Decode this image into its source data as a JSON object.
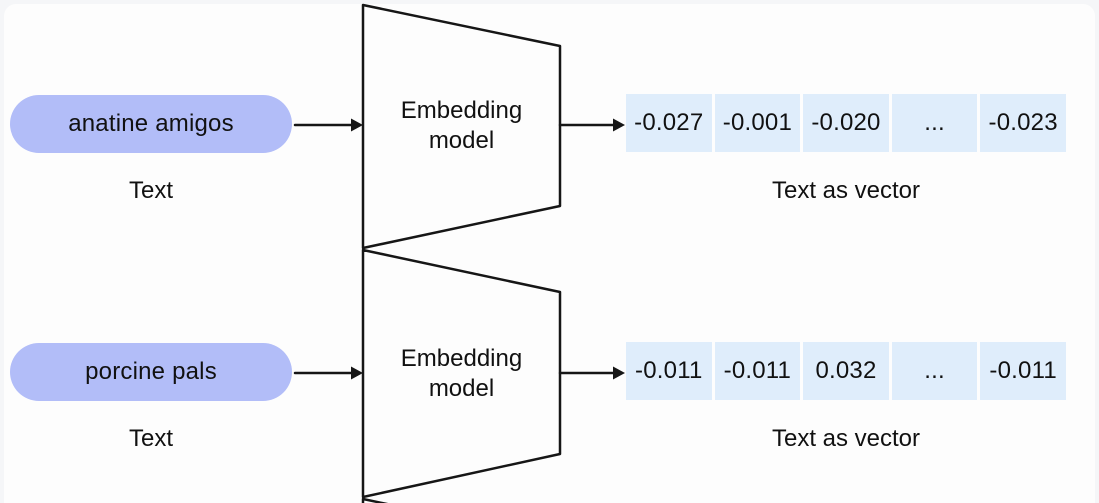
{
  "diagram": {
    "rows": [
      {
        "input_text": "anatine amigos",
        "input_label": "Text",
        "model_label": "Embedding model",
        "vector": [
          "-0.027",
          "-0.001",
          "-0.020",
          "...",
          "-0.023"
        ],
        "vector_label": "Text as vector"
      },
      {
        "input_text": "porcine pals",
        "input_label": "Text",
        "model_label": "Embedding model",
        "vector": [
          "-0.011",
          "-0.011",
          "0.032",
          "...",
          "-0.011"
        ],
        "vector_label": "Text as vector"
      }
    ],
    "colors": {
      "pill": "#b2bdf8",
      "vector_cell": "#dfedfb",
      "stroke": "#161616",
      "card_background": "#fdfdfd",
      "page_background": "#f5f6f8"
    }
  }
}
